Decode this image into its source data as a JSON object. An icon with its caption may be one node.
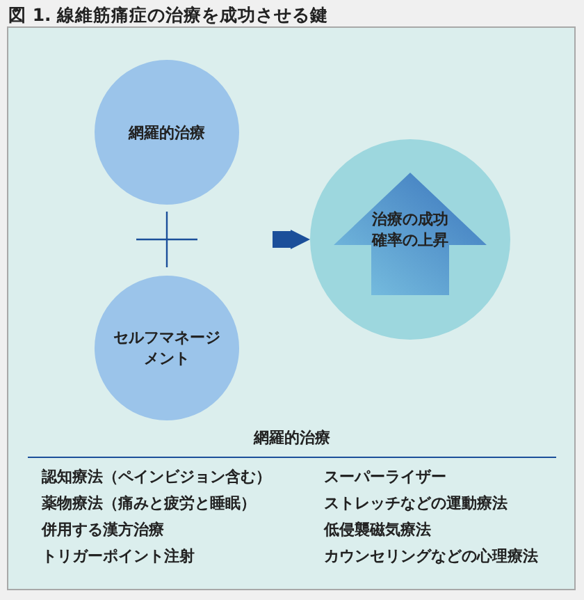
{
  "diagram": {
    "title": "図 1. 線維筋痛症の治療を成功させる鍵",
    "nodes": [
      {
        "text": [
          "網羅的治療"
        ]
      },
      {
        "text": [
          "セルフマネージメント"
        ]
      },
      {
        "text": [
          "治療の成功確率の上昇"
        ]
      }
    ],
    "edges": [
      {
        "from": null,
        "to": 2,
        "arrow": "to"
      }
    ],
    "labels": [
      "網羅的治療",
      "認知療法（ペインビジョン含む）",
      "スーパーライザー",
      "薬物療法（痛みと疲労と睡眠）",
      "ストレッチなどの運動療法",
      "併用する漢方治療",
      "低侵襲磁気療法",
      "トリガーポイント注射",
      "カウンセリングなどの心理療法"
    ]
  }
}
